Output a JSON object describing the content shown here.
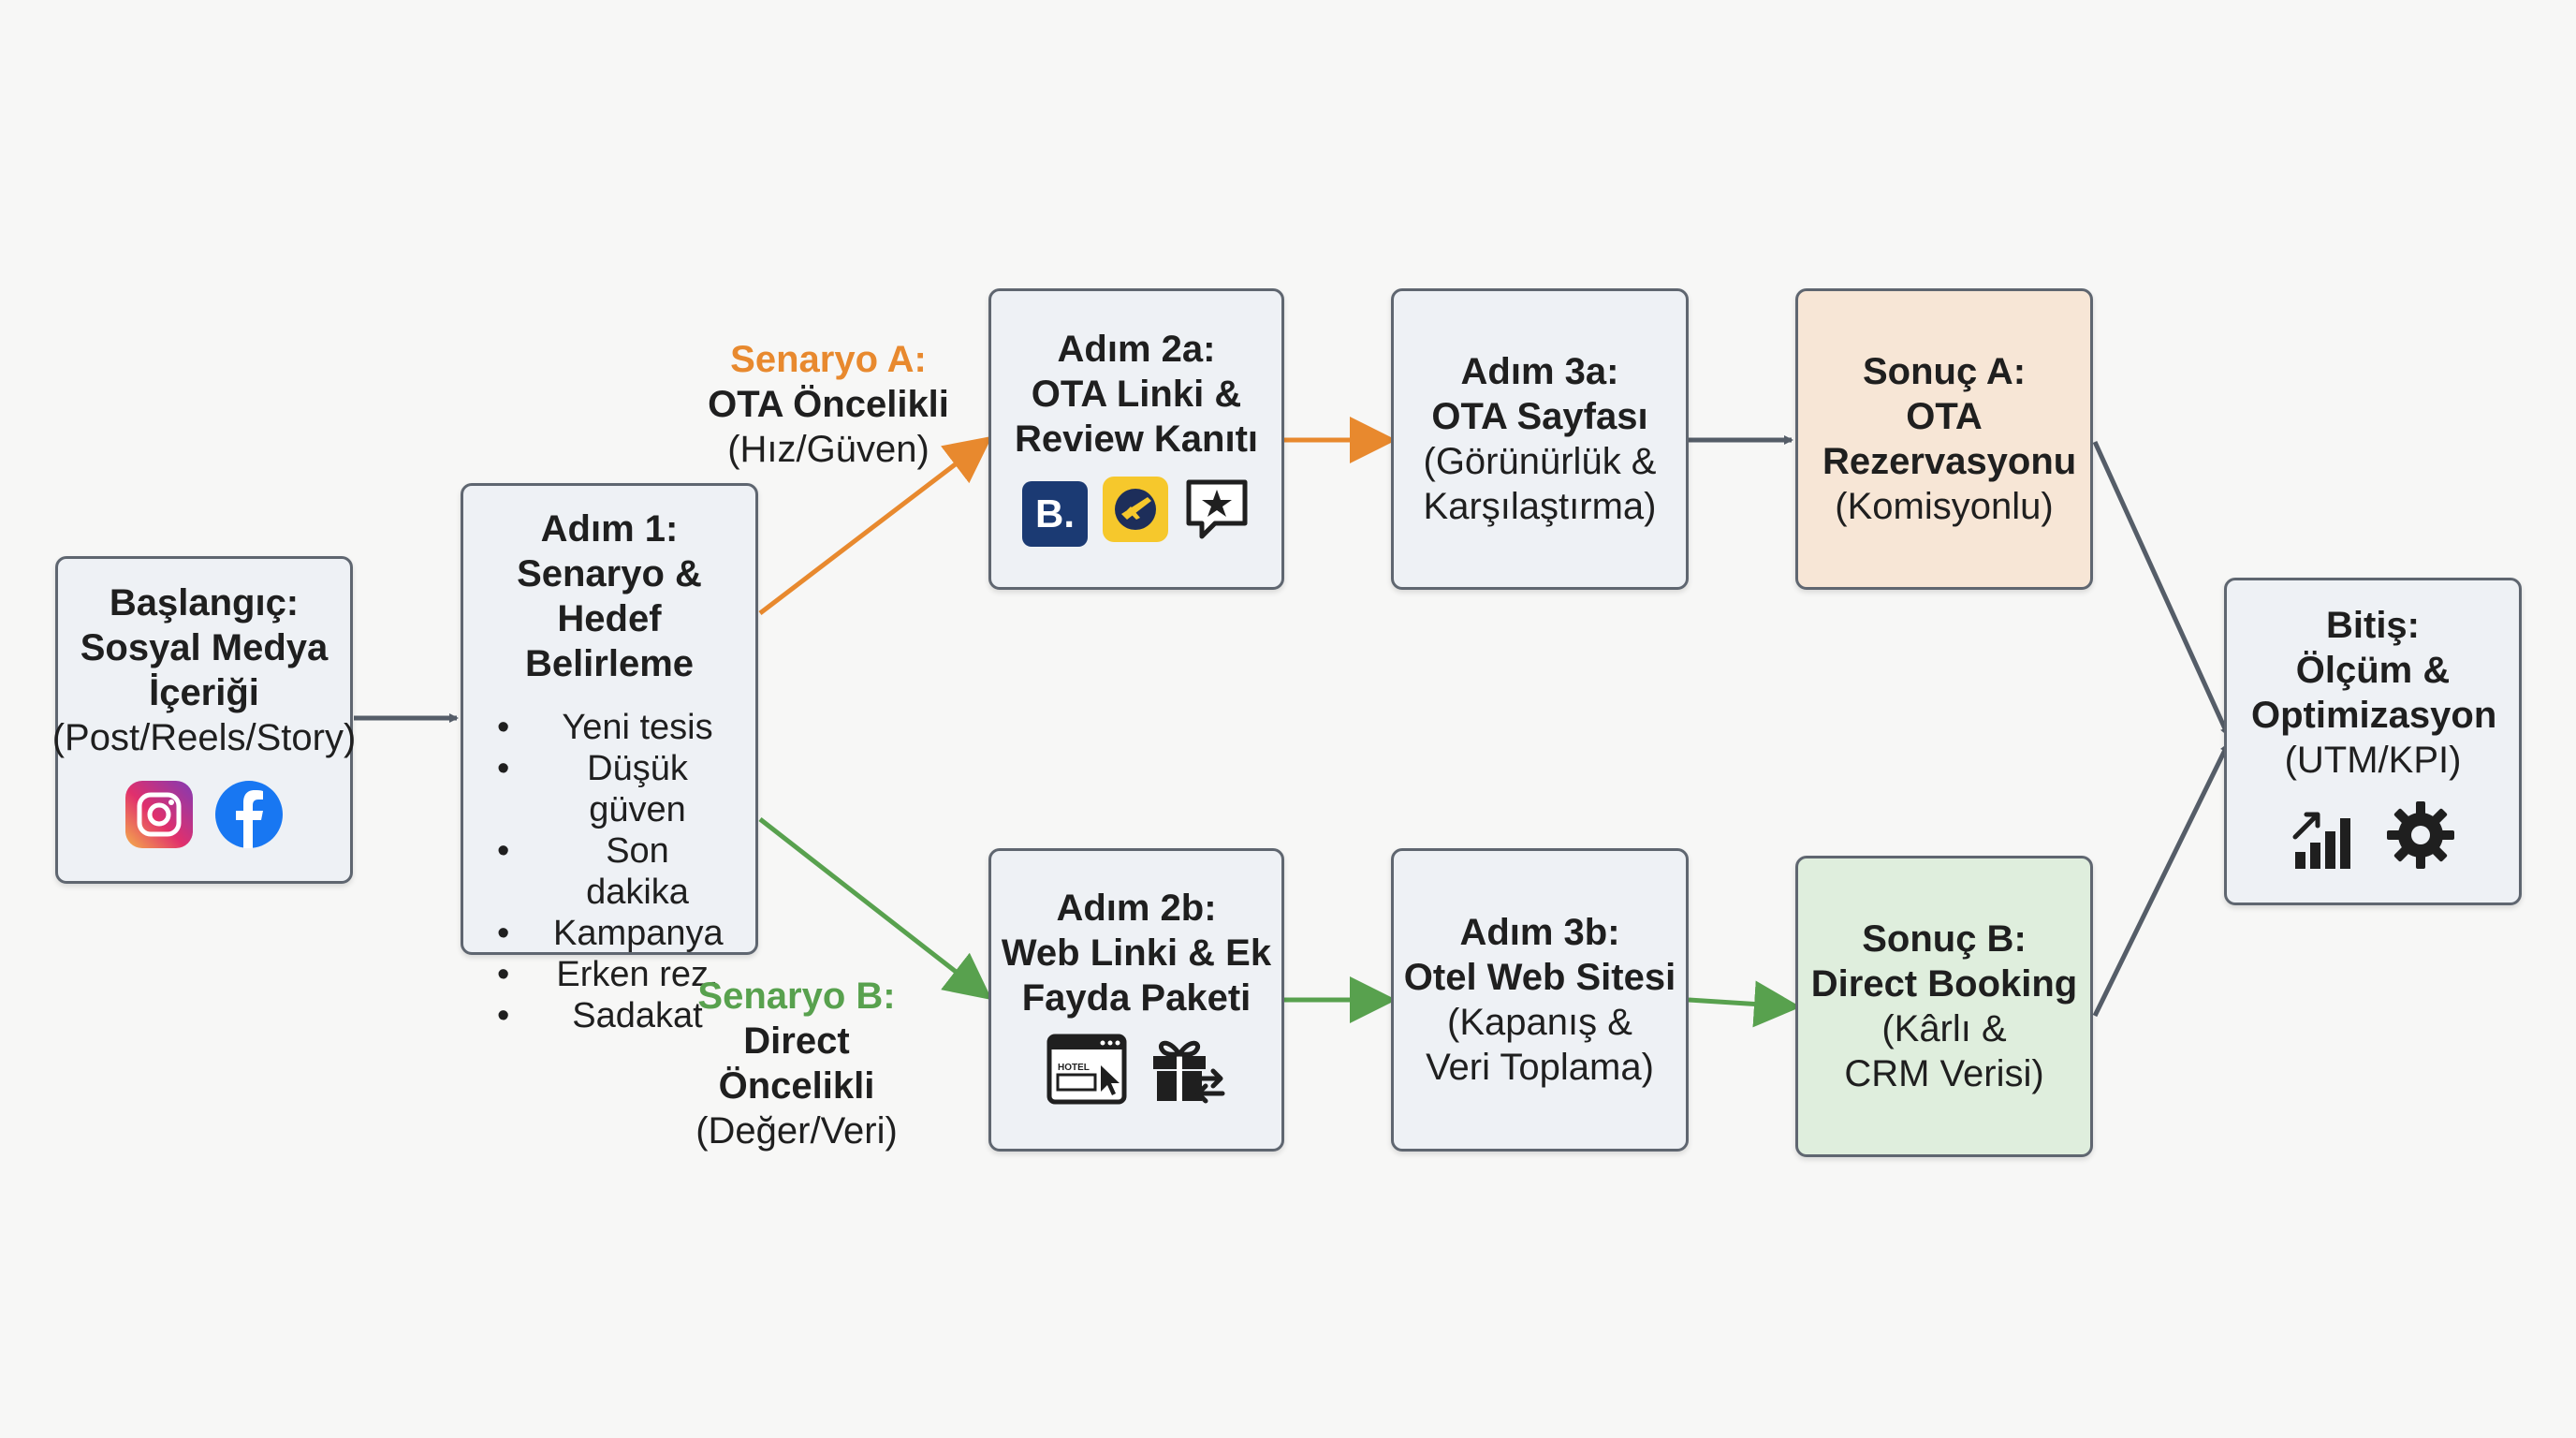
{
  "colors": {
    "scenario_a": "#e8892e",
    "scenario_b": "#58a14e",
    "neutral_arrow": "#555d68",
    "box_default": "#eef1f5",
    "box_result_a": "#f7e6d6",
    "box_result_b": "#dfeedd"
  },
  "start": {
    "title": "Başlangıç:",
    "subtitle": "Sosyal Medya İçeriği",
    "detail": "(Post/Reels/Story)",
    "icons": [
      "instagram-icon",
      "facebook-icon"
    ]
  },
  "step1": {
    "title": "Adım 1:",
    "subtitle": "Senaryo & Hedef Belirleme",
    "bullet_marker": "•",
    "bullets": [
      "Yeni tesis",
      "Düşük güven",
      "Son dakika",
      "Kampanya",
      "Erken rez.",
      "Sadakat"
    ]
  },
  "scenario_a": {
    "title": "Senaryo A:",
    "subtitle": "OTA Öncelikli",
    "detail": "(Hız/Güven)"
  },
  "scenario_b": {
    "title": "Senaryo B:",
    "subtitle": "Direct Öncelikli",
    "detail": "(Değer/Veri)"
  },
  "step2a": {
    "title": "Adım 2a:",
    "subtitle": "OTA Linki & Review Kanıtı",
    "icons": [
      "booking-icon",
      "expedia-icon",
      "review-star-icon"
    ],
    "booking_letter": "B."
  },
  "step3a": {
    "title": "Adım 3a:",
    "subtitle": "OTA Sayfası",
    "detail": "(Görünürlük & Karşılaştırma)"
  },
  "result_a": {
    "title": "Sonuç A:",
    "subtitle": "OTA Rezervasyonu",
    "detail": "(Komisyonlu)"
  },
  "step2b": {
    "title": "Adım 2b:",
    "subtitle": "Web Linki & Ek Fayda Paketi",
    "icons": [
      "hotel-website-icon",
      "gift-exchange-icon"
    ],
    "hotel_label": "HOTEL"
  },
  "step3b": {
    "title": "Adım 3b:",
    "subtitle": "Otel Web Sitesi",
    "detail": "(Kapanış & Veri Toplama)"
  },
  "result_b": {
    "title": "Sonuç B:",
    "subtitle": "Direct Booking",
    "detail": "(Kârlı & CRM Verisi)"
  },
  "end": {
    "title": "Bitiş:",
    "subtitle": "Ölçüm & Optimizasyon",
    "detail": "(UTM/KPI)",
    "icons": [
      "growth-chart-icon",
      "gear-icon"
    ]
  }
}
